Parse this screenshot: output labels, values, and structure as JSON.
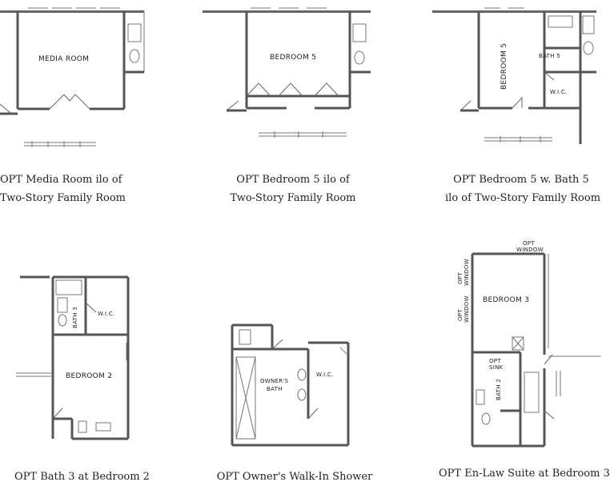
{
  "plans": [
    {
      "rooms": [
        "MEDIA ROOM"
      ],
      "caption": [
        "OPT Media Room ilo of",
        "Two-Story Family Room"
      ]
    },
    {
      "rooms": [
        "BEDROOM 5"
      ],
      "caption": [
        "OPT Bedroom 5 ilo of",
        "Two-Story Family Room"
      ]
    },
    {
      "rooms": [
        "BEDROOM 5",
        "BATH 5",
        "W.I.C."
      ],
      "caption": [
        "OPT Bedroom 5 w. Bath 5",
        "ilo of Two-Story Family Room"
      ]
    },
    {
      "rooms": [
        "BATH 3",
        "W.I.C.",
        "BEDROOM 2"
      ],
      "caption": [
        "OPT Bath 3 at Bedroom 2"
      ]
    },
    {
      "rooms": [
        "OWNER'S",
        "BATH",
        "W.I.C."
      ],
      "caption": [
        "OPT Owner's Walk-In Shower"
      ]
    },
    {
      "rooms": [
        "BEDROOM 3",
        "OPT",
        "SINK",
        "BATH 2",
        "OPT",
        "WINDOW",
        "OPT",
        "WINDOW",
        "OPT",
        "WINDOW"
      ],
      "caption": [
        "OPT En-Law Suite at Bedroom 3"
      ]
    }
  ]
}
